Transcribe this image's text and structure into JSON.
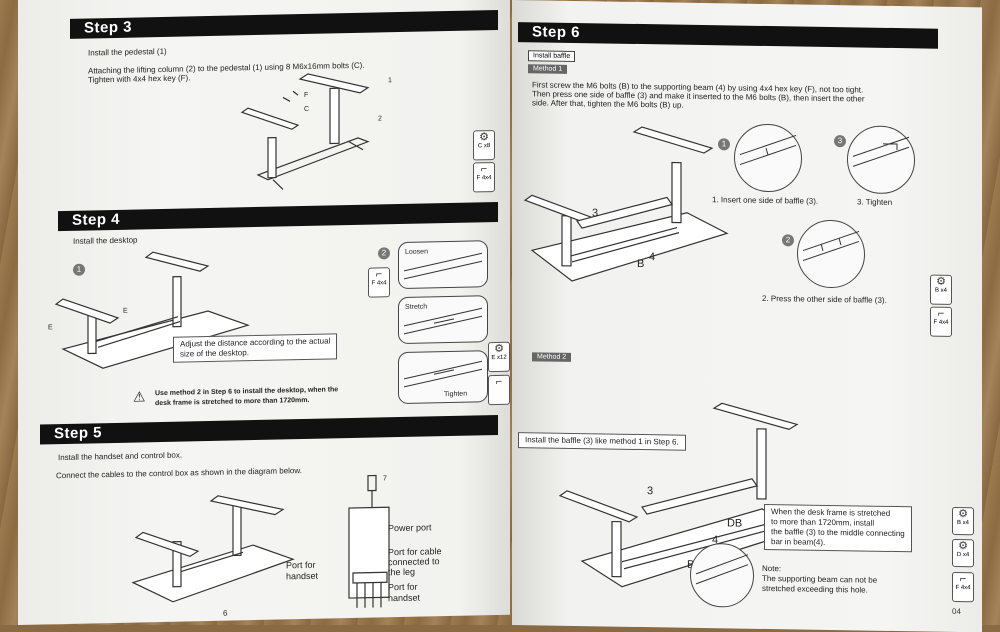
{
  "left": {
    "step3": {
      "title": "Step 3",
      "subtitle": "Install the pedestal (1)",
      "line1": "Attaching the lifting column (2) to the pedestal (1) using 8 M6x16mm bolts (C).",
      "line2": "Tighten with 4x4 hex key  (F).",
      "tool_c": "C x8",
      "tool_f": "F 4x4"
    },
    "step4": {
      "title": "Step 4",
      "subtitle": "Install the desktop",
      "marker1": "1",
      "marker2": "2",
      "note_line1": "Adjust the distance according to the actual",
      "note_line2": "size of the desktop.",
      "loosen": "Loosen",
      "stretch": "Stretch",
      "tighten": "Tighten",
      "tool_f": "F 4x4",
      "tool_e": "E x12",
      "warning_line1": "Use method 2 in Step 6 to install the desktop, when the",
      "warning_line2": "desk frame is stretched to more than 1720mm."
    },
    "step5": {
      "title": "Step 5",
      "subtitle": "Install the handset and control box.",
      "instruction": "Connect the cables to the control box as shown in the diagram below.",
      "power_port": "Power port",
      "leg_port_1": "Port for cable",
      "leg_port_2": "connected to",
      "leg_port_3": "the leg",
      "handset_left_1": "Port for",
      "handset_left_2": "handset",
      "handset_right_1": "Port for",
      "handset_right_2": "handset"
    }
  },
  "right": {
    "step6": {
      "title": "Step 6",
      "install_baffle": "Install baffle",
      "method1": "Method 1",
      "m1_line1": "First screw the M6 bolts (B) to the supporting beam (4) by using 4x4 hex key (F), not too tight.",
      "m1_line2": "Then press one side of baffle (3) and make it inserted to the M6 bolts (B), then insert the other",
      "m1_line3": "side. After that, tighten the M6 bolts (B) up.",
      "marker1": "1",
      "marker2": "2",
      "marker3": "3",
      "caption1": "1. Insert one side of baffle (3).",
      "caption2": "2. Press the other side of baffle (3).",
      "caption3": "3. Tighten",
      "tool_b": "B x4",
      "tool_d": "D x4",
      "tool_f": "F 4x4",
      "method2": "Method 2",
      "m2_instruction": "Install the baffle (3) like method 1 in Step 6.",
      "stretch_1": "When the desk frame is stretched",
      "stretch_2": "to more than 1720mm, install",
      "stretch_3": "the baffle (3) to the middle connecting",
      "stretch_4": "bar in beam(4).",
      "note_title": "Note:",
      "note_1": "The supporting beam can not be",
      "note_2": "stretched exceeding this hole."
    },
    "page_number": "04"
  }
}
